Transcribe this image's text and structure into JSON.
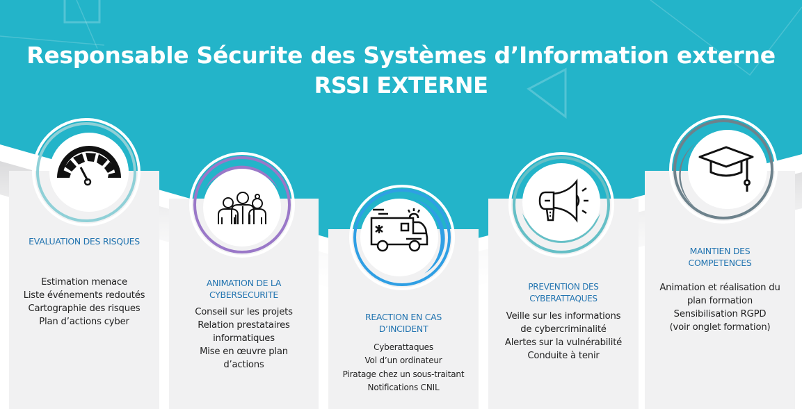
{
  "header": {
    "title": "Responsable Sécurite des Systèmes d’Information externe",
    "subtitle": "RSSI EXTERNE"
  },
  "colors": {
    "banner": "#23b4c9",
    "card_bg": "#f1f1f2",
    "card_title": "#2274b0",
    "body_text": "#222222",
    "ring_teal_light": "#8fd0d7",
    "ring_purple": "#9a78c8",
    "ring_blue": "#2f9fe4",
    "ring_teal": "#65bfc6",
    "ring_slate": "#6d828c"
  },
  "cards": [
    {
      "icon": "speedometer-icon",
      "title_lines": [
        "EVALUATION DES RISQUES"
      ],
      "lines": [
        "Estimation menace",
        "Liste événements  redoutés",
        "Cartographie des risques",
        "Plan d’actions cyber"
      ]
    },
    {
      "icon": "team-people-icon",
      "title_lines": [
        "ANIMATION DE LA",
        "CYBERSECURITE"
      ],
      "lines": [
        "Conseil sur les projets",
        "Relation prestataires",
        "informatiques",
        "Mise en œuvre plan",
        "d’actions"
      ]
    },
    {
      "icon": "ambulance-icon",
      "title_lines": [
        "REACTION EN CAS",
        "D’INCIDENT"
      ],
      "lines": [
        "Cyberattaques",
        "Vol d’un ordinateur",
        "Piratage chez un sous-traitant",
        "Notifications CNIL"
      ]
    },
    {
      "icon": "megaphone-icon",
      "title_lines": [
        "PREVENTION  DES",
        "CYBERATTAQUES"
      ],
      "lines": [
        "Veille sur les informations",
        "de cybercriminalité",
        "Alertes sur la vulnérabilité",
        "Conduite à tenir"
      ]
    },
    {
      "icon": "graduation-cap-icon",
      "title_lines": [
        "MAINTIEN DES",
        "COMPETENCES"
      ],
      "lines": [
        "Animation et réalisation du",
        "plan formation",
        "Sensibilisation RGPD",
        "(voir onglet formation)"
      ]
    }
  ]
}
